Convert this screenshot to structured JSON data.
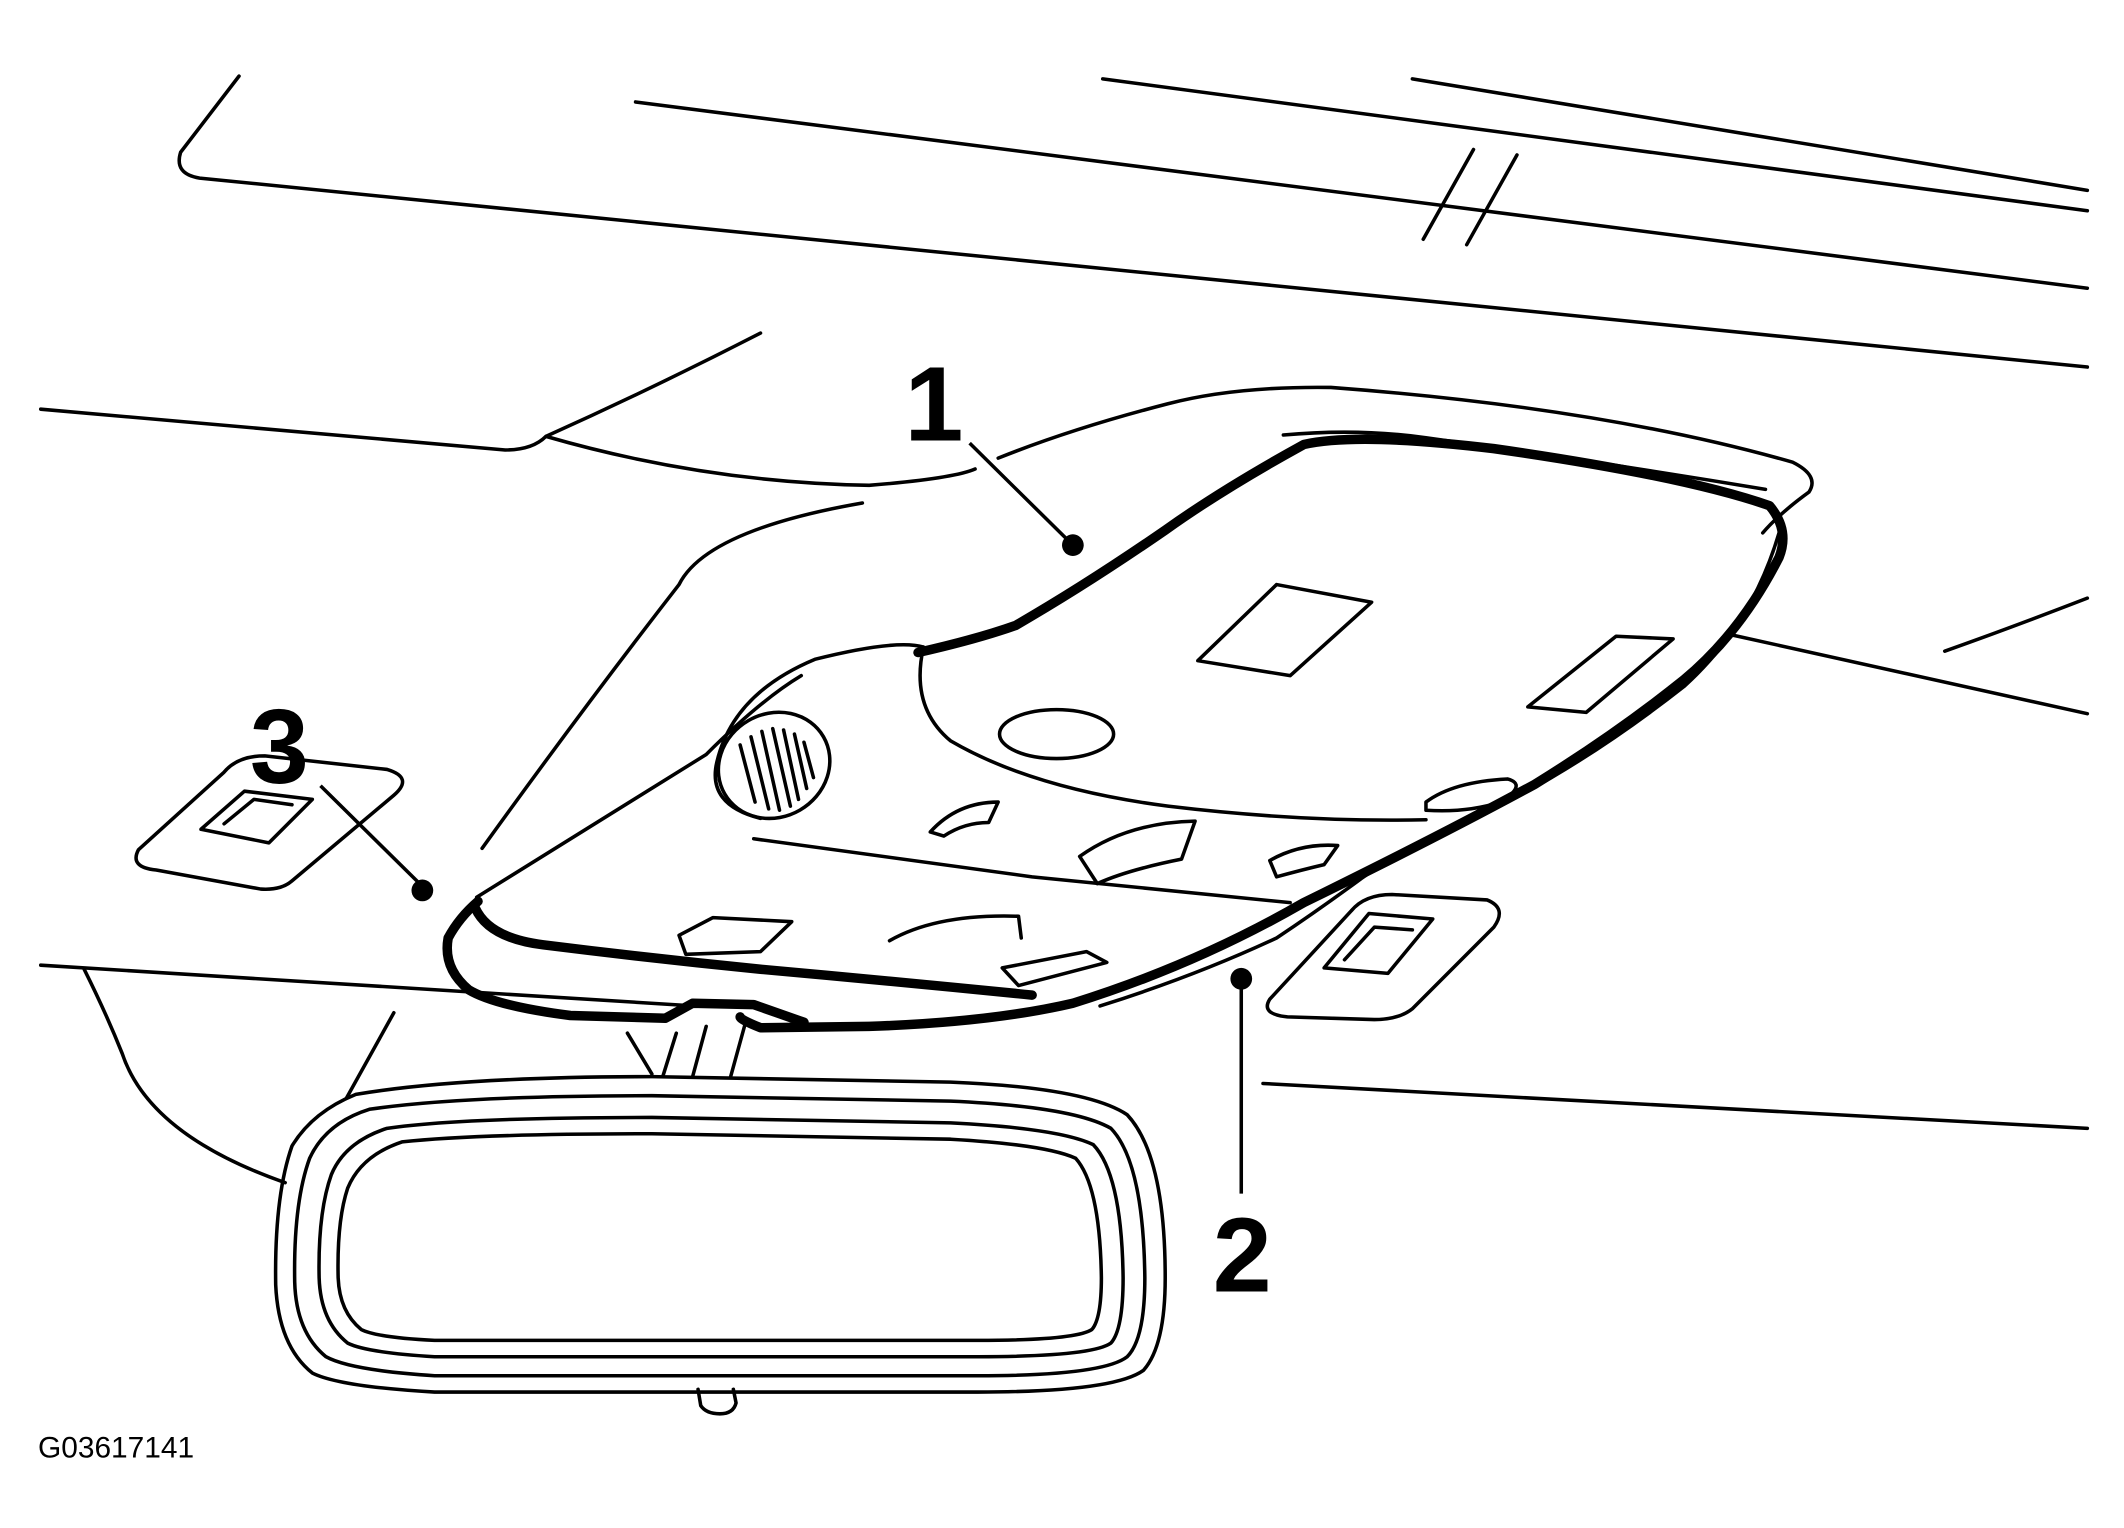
{
  "figure_id": "G03617141",
  "callouts": [
    {
      "label": "1"
    },
    {
      "label": "2"
    },
    {
      "label": "3"
    }
  ],
  "colors": {
    "line": "#000000",
    "background": "#ffffff"
  }
}
